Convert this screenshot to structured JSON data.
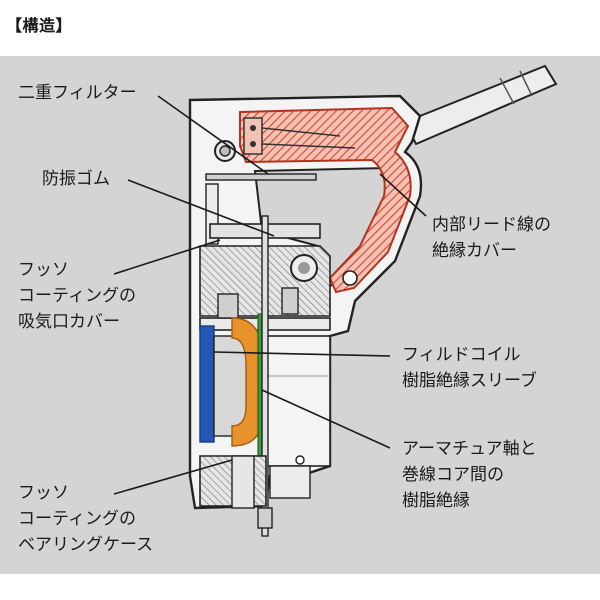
{
  "heading": "【構造】",
  "labels": {
    "double_filter": "二重フィルター",
    "vibration_rubber": "防振ゴム",
    "fluoro_intake_cover": [
      "フッソ",
      "コーティングの",
      "吸気口カバー"
    ],
    "internal_lead_cover": [
      "内部リード線の",
      "絶縁カバー"
    ],
    "field_coil_sleeve": [
      "フィルドコイル",
      "樹脂絶縁スリーブ"
    ],
    "armature_insulation": [
      "アーマチュア軸と",
      "巻線コア間の",
      "樹脂絶縁"
    ],
    "fluoro_bearing_case": [
      "フッソ",
      "コーティングの",
      "ベアリングケース"
    ]
  },
  "colors": {
    "panel": "#d4d4d4",
    "body_white": "#f4f4f4",
    "hatch_red": "#d9442b",
    "sleeve_blue": "#2457b5",
    "core_orange": "#e8922c",
    "insulation_green": "#3e9a3e"
  }
}
